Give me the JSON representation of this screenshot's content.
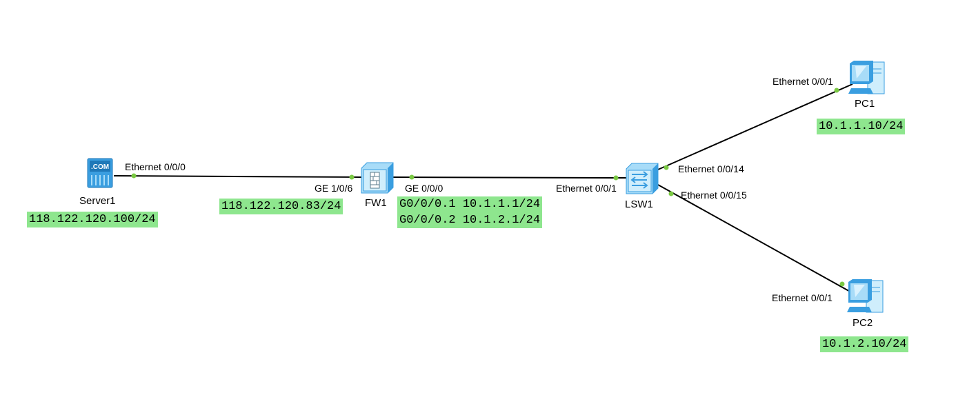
{
  "devices": {
    "server1": {
      "name": "Server1",
      "icon_text": ".COM",
      "ip": "118.122.120.100/24"
    },
    "fw1": {
      "name": "FW1",
      "wan_ip": "118.122.120.83/24",
      "sub1": "G0/0/0.1 10.1.1.1/24",
      "sub2": "G0/0/0.2 10.1.2.1/24"
    },
    "lsw1": {
      "name": "LSW1"
    },
    "pc1": {
      "name": "PC1",
      "ip": "10.1.1.10/24"
    },
    "pc2": {
      "name": "PC2",
      "ip": "10.1.2.10/24"
    }
  },
  "ports": {
    "server1_eth": "Ethernet 0/0/0",
    "fw1_ge106": "GE 1/0/6",
    "fw1_ge000": "GE 0/0/0",
    "lsw1_eth001": "Ethernet 0/0/1",
    "lsw1_eth014": "Ethernet 0/0/14",
    "lsw1_eth015": "Ethernet 0/0/15",
    "pc1_eth": "Ethernet 0/0/1",
    "pc2_eth": "Ethernet 0/0/1"
  },
  "colors": {
    "link": "#000000",
    "port_dot": "#7ac943",
    "ip_label_bg": "#8ee68e",
    "device_blue": "#3a9ee0",
    "device_light": "#a8dcf8"
  }
}
